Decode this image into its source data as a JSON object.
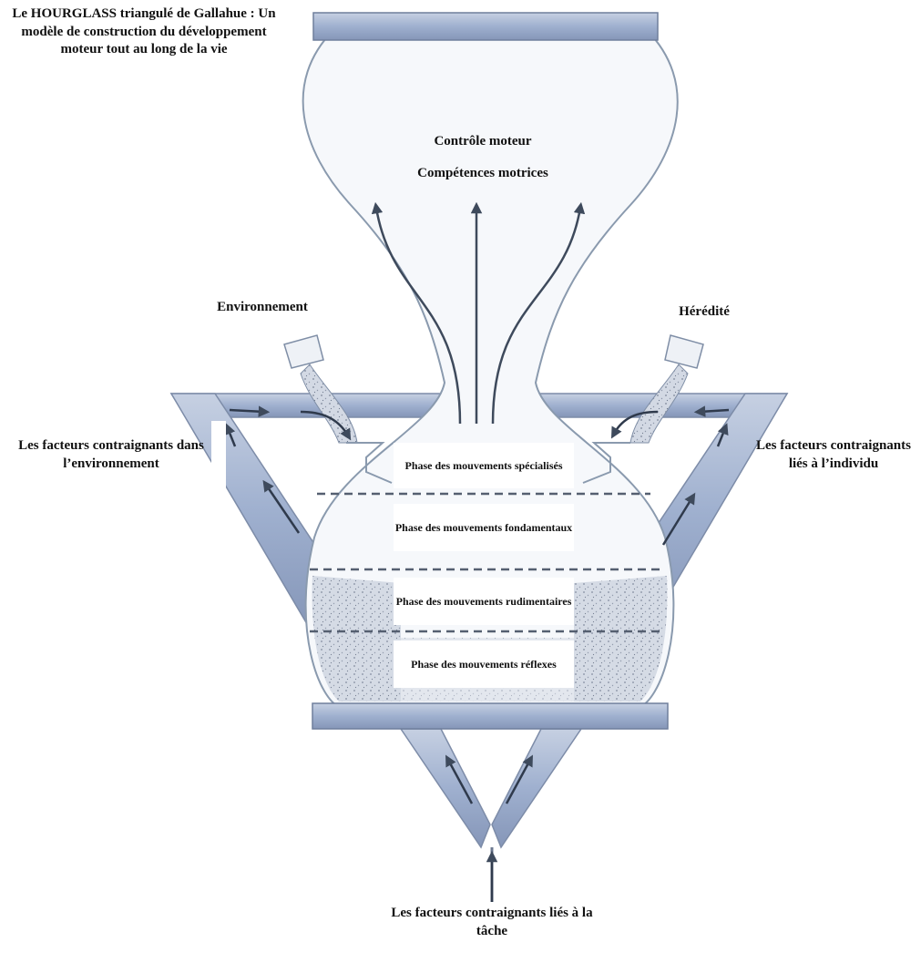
{
  "title": "Le HOURGLASS triangulé de Gallahue : Un modèle de construction du développement moteur tout au long de la vie",
  "top_labels": {
    "line1": "Contrôle moteur",
    "line2": "Compétences motrices"
  },
  "environment_label": "Environnement",
  "heredity_label": "Hérédité",
  "left_constraints": "Les facteurs contraignants dans l’environnement",
  "right_constraints": "Les facteurs contraignants liés à l’individu",
  "task_constraints": "Les facteurs contraignants liés à la tâche",
  "phases": [
    "Phase des mouvements spécialisés",
    "Phase des mouvements fondamentaux",
    "Phase des mouvements rudimentaires",
    "Phase des mouvements réflexes"
  ],
  "colors": {
    "frame_fill": "#a9b8d4",
    "frame_stroke": "#7d8ca8",
    "glass_outline": "#8a9aae",
    "sand": "#c9d0dc",
    "arrow": "#3e4a5c"
  }
}
